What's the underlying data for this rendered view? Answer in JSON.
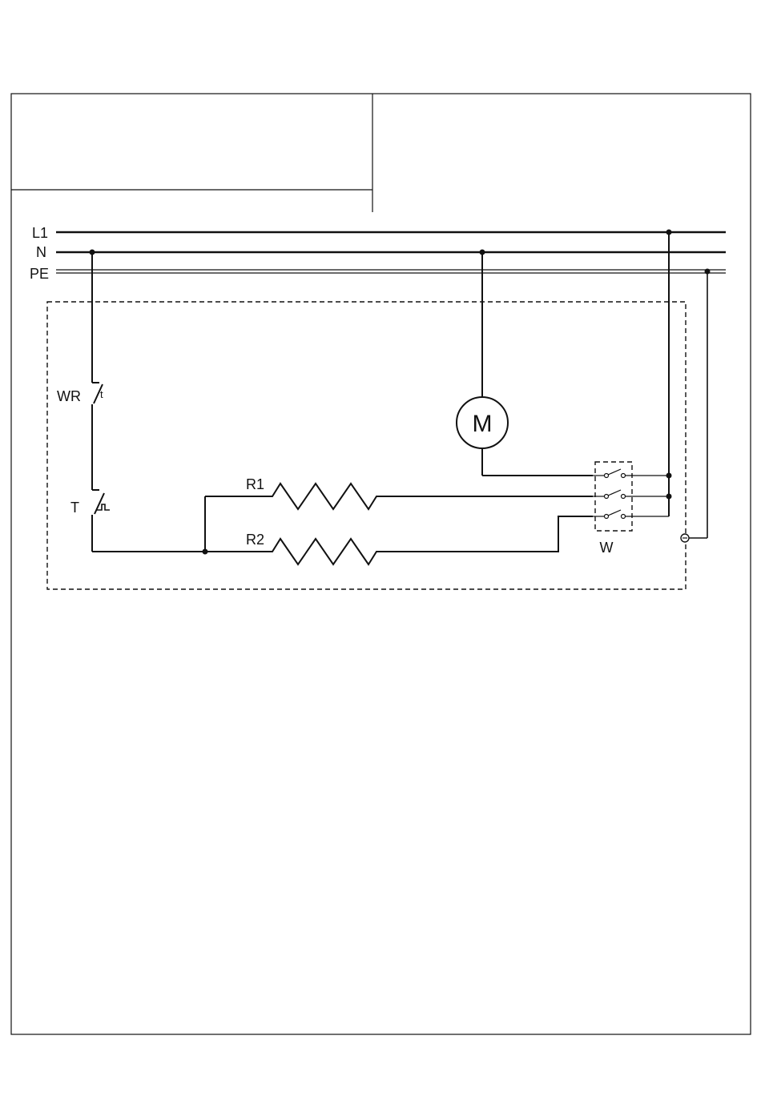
{
  "bus_labels": {
    "l1": "L1",
    "n": "N",
    "pe": "PE"
  },
  "components": {
    "wr": {
      "label": "WR",
      "sub": "t"
    },
    "t": {
      "label": "T"
    },
    "motor": {
      "label": "M"
    },
    "r1": {
      "label": "R1"
    },
    "r2": {
      "label": "R2"
    },
    "w": {
      "label": "W"
    }
  }
}
